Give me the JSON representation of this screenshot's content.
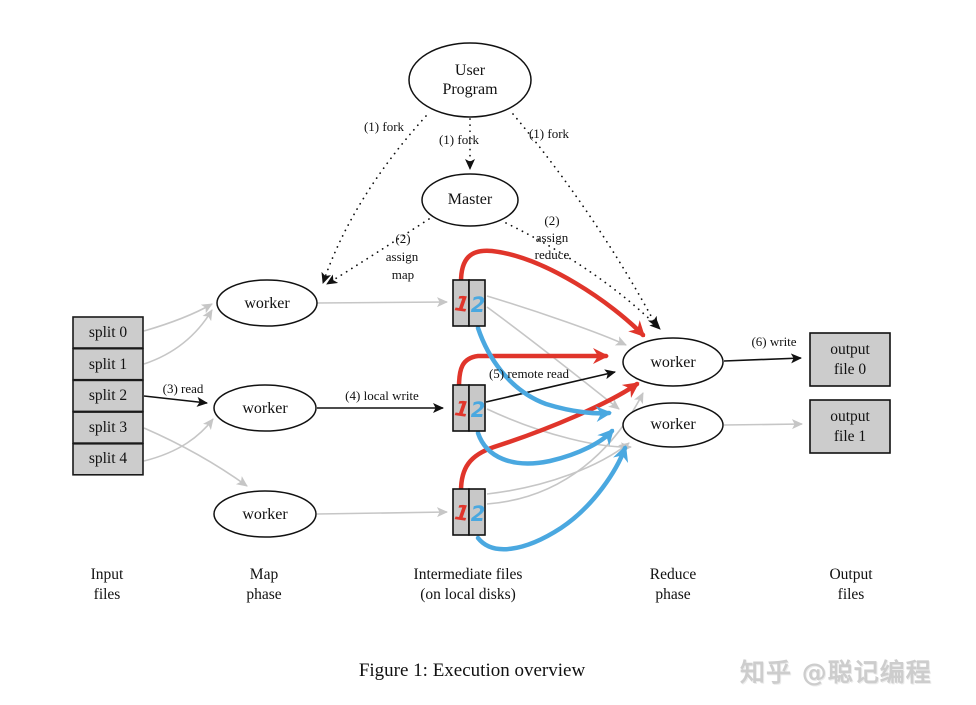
{
  "nodes": {
    "user_program": {
      "line1": "User",
      "line2": "Program"
    },
    "master": "Master",
    "worker": "worker"
  },
  "splits": [
    "split 0",
    "split 1",
    "split 2",
    "split 3",
    "split 4"
  ],
  "intermediate": {
    "partition_mark_1": "1",
    "partition_mark_2": "2"
  },
  "outputs": [
    {
      "line1": "output",
      "line2": "file 0"
    },
    {
      "line1": "output",
      "line2": "file 1"
    }
  ],
  "edge_labels": {
    "fork_left": "(1) fork",
    "fork_center": "(1) fork",
    "fork_right": "(1) fork",
    "assign_map_l1": "(2)",
    "assign_map_l2": "assign",
    "assign_map_l3": "map",
    "assign_reduce_l1": "(2)",
    "assign_reduce_l2": "assign",
    "assign_reduce_l3": "reduce",
    "read": "(3) read",
    "local_write": "(4) local write",
    "remote_read": "(5) remote read",
    "write": "(6) write"
  },
  "phases": {
    "input": {
      "line1": "Input",
      "line2": "files"
    },
    "map": {
      "line1": "Map",
      "line2": "phase"
    },
    "intermediate": {
      "line1": "Intermediate files",
      "line2": "(on local disks)"
    },
    "reduce": {
      "line1": "Reduce",
      "line2": "phase"
    },
    "output": {
      "line1": "Output",
      "line2": "files"
    }
  },
  "caption": "Figure 1: Execution overview",
  "watermark": "知乎 @聪记编程",
  "colors": {
    "red_arrow": "#e0352b",
    "blue_arrow": "#4aa8e0",
    "gray_arrow": "#c6c6c6",
    "box_fill": "#cccccc",
    "intermediate_fill": "#c8c8c8",
    "watermark_gray": "#cdcdcd"
  }
}
